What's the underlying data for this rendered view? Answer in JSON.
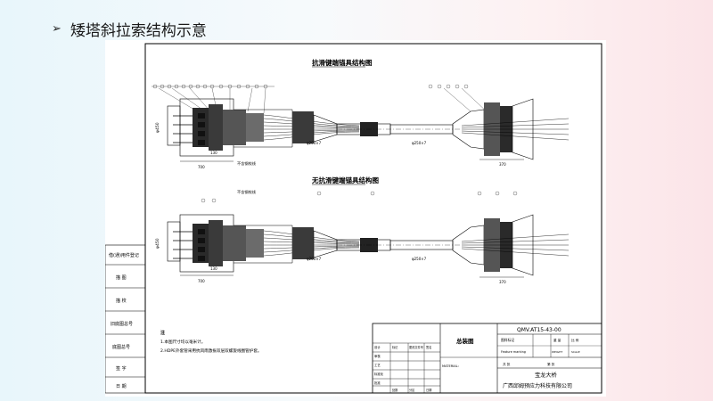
{
  "slide": {
    "title": "矮塔斜拉索结构示意"
  },
  "drawing": {
    "upper_title": "抗滑键端锚具结构图",
    "lower_title": "无抗滑键端锚具结构图",
    "dim_upper_left": "φ450",
    "dim_upper_right": "φ200×7",
    "dim_upper_right2": "φ250×7",
    "dim_lower_left": "φ450",
    "dim_lower_right": "φ200×7",
    "dim_lower_right2": "φ250×7",
    "len_upper_a": "700",
    "len_upper_b": "130",
    "len_upper_c": "370",
    "len_lower_a": "700",
    "len_lower_b": "130",
    "len_lower_c": "370",
    "upper_callout": "不含钢绞线",
    "lower_callout": "不含钢绞线",
    "side_labels": [
      "借(通)用件登记",
      "描  图",
      "描  校",
      "旧底图总号",
      "底图总号",
      "签  字",
      "日  期"
    ],
    "notes_title": "注",
    "notes": [
      "1.本图尺寸均以毫米计。",
      "2.HDPE外套管采用抗风雨激振双层双螺旋线圈管护套。"
    ],
    "title_block": {
      "assembly": "总装图",
      "code": "QMV.AT15-43-00",
      "feature_mark": "图样标记",
      "feature_mark_en": "Feature marking",
      "weight": "重 量",
      "scale": "比 例",
      "weight_en": "WEIGHT",
      "scale_en": "SCALE",
      "total_pages": "共 张",
      "page": "第 张",
      "material": "MATERIAL:",
      "project": "宝龙大桥",
      "company": "广西邱姆预应力科技有限公司",
      "rows": [
        "设计",
        "审核",
        "工艺",
        "标准化",
        "批准"
      ],
      "signature": "签名",
      "date": "日期",
      "doc_no": "更改文件号",
      "mark": "标记",
      "count": "处数",
      "zone": "分区"
    }
  }
}
